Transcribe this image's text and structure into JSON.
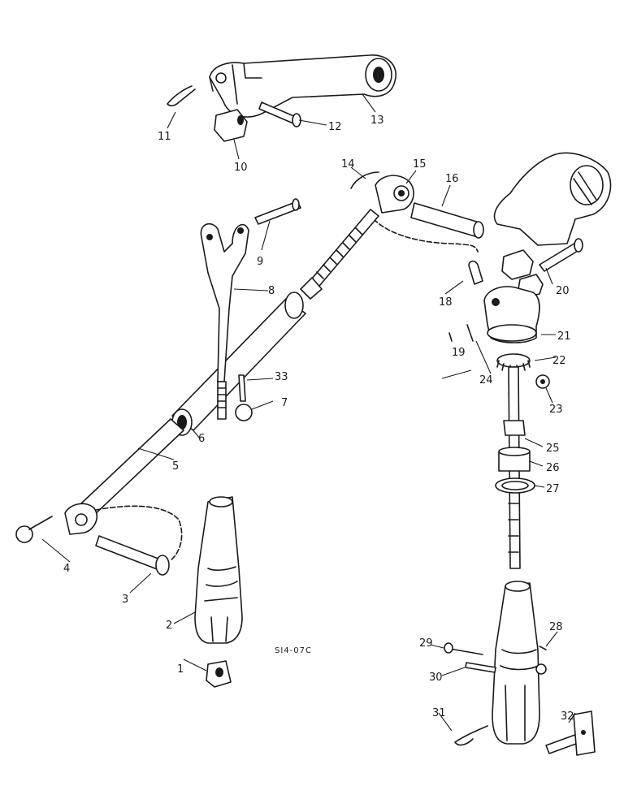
{
  "diagram": {
    "reference_code": "SI4-07C",
    "callouts": [
      "1",
      "2",
      "3",
      "4",
      "5",
      "6",
      "7",
      "8",
      "9",
      "10",
      "11",
      "12",
      "13",
      "14",
      "15",
      "16",
      "18",
      "19",
      "20",
      "21",
      "22",
      "23",
      "24",
      "25",
      "26",
      "27",
      "28",
      "29",
      "30",
      "31",
      "32",
      "33"
    ]
  }
}
